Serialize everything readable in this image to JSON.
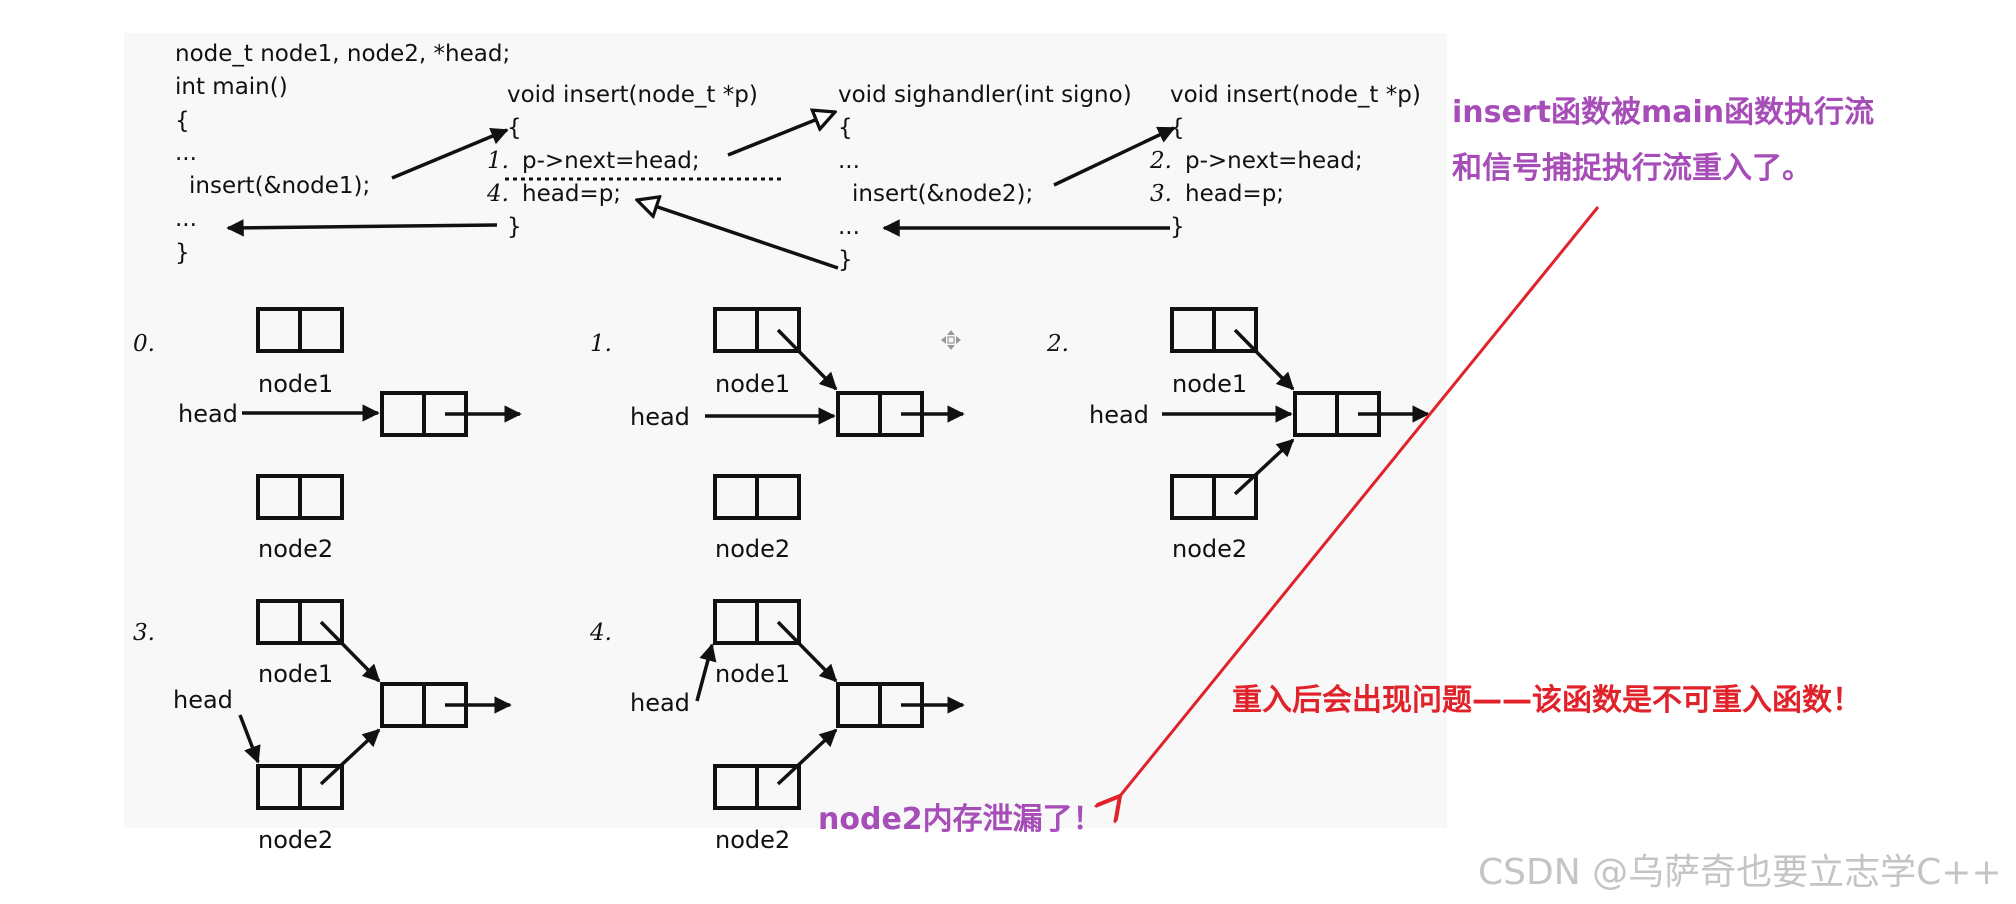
{
  "code": {
    "main_decl": "node_t node1, node2, *head;",
    "main_sig": "int main()",
    "main_open": "{",
    "main_dots1": "...",
    "main_call": "insert(&node1);",
    "main_dots2": "...",
    "main_close": "}",
    "insert1_sig": "void insert(node_t *p)",
    "insert1_open": "{",
    "insert1_step1_num": "1.",
    "insert1_step1": "p->next=head;",
    "insert1_step4_num": "4.",
    "insert1_step4": "head=p;",
    "insert1_close": "}",
    "sig_sig": "void sighandler(int signo)",
    "sig_open": "{",
    "sig_dots1": "...",
    "sig_call": "insert(&node2);",
    "sig_dots2": "...",
    "sig_close": "}",
    "insert2_sig": "void insert(node_t *p)",
    "insert2_open": "{",
    "insert2_step2_num": "2.",
    "insert2_step2": "p->next=head;",
    "insert2_step3_num": "3.",
    "insert2_step3": "head=p;",
    "insert2_close": "}"
  },
  "states": {
    "s0": {
      "label": "0.",
      "node1": "node1",
      "node2": "node2",
      "head": "head"
    },
    "s1": {
      "label": "1.",
      "node1": "node1",
      "node2": "node2",
      "head": "head"
    },
    "s2": {
      "label": "2.",
      "node1": "node1",
      "node2": "node2",
      "head": "head"
    },
    "s3": {
      "label": "3.",
      "node1": "node1",
      "node2": "node2",
      "head": "head"
    },
    "s4": {
      "label": "4.",
      "node1": "node1",
      "node2": "node2",
      "head": "head"
    }
  },
  "annotations": {
    "top_line1": "insert函数被main函数执行流",
    "top_line2": "和信号捕捉执行流重入了。",
    "red_note": "重入后会出现问题——该函数是不可重入函数！",
    "leak_note": "node2内存泄漏了！"
  },
  "colors": {
    "purple": "#a64db8",
    "red": "#e0222a",
    "watermark": "#c4c4c4"
  },
  "watermark": "CSDN @乌萨奇也要立志学C++"
}
